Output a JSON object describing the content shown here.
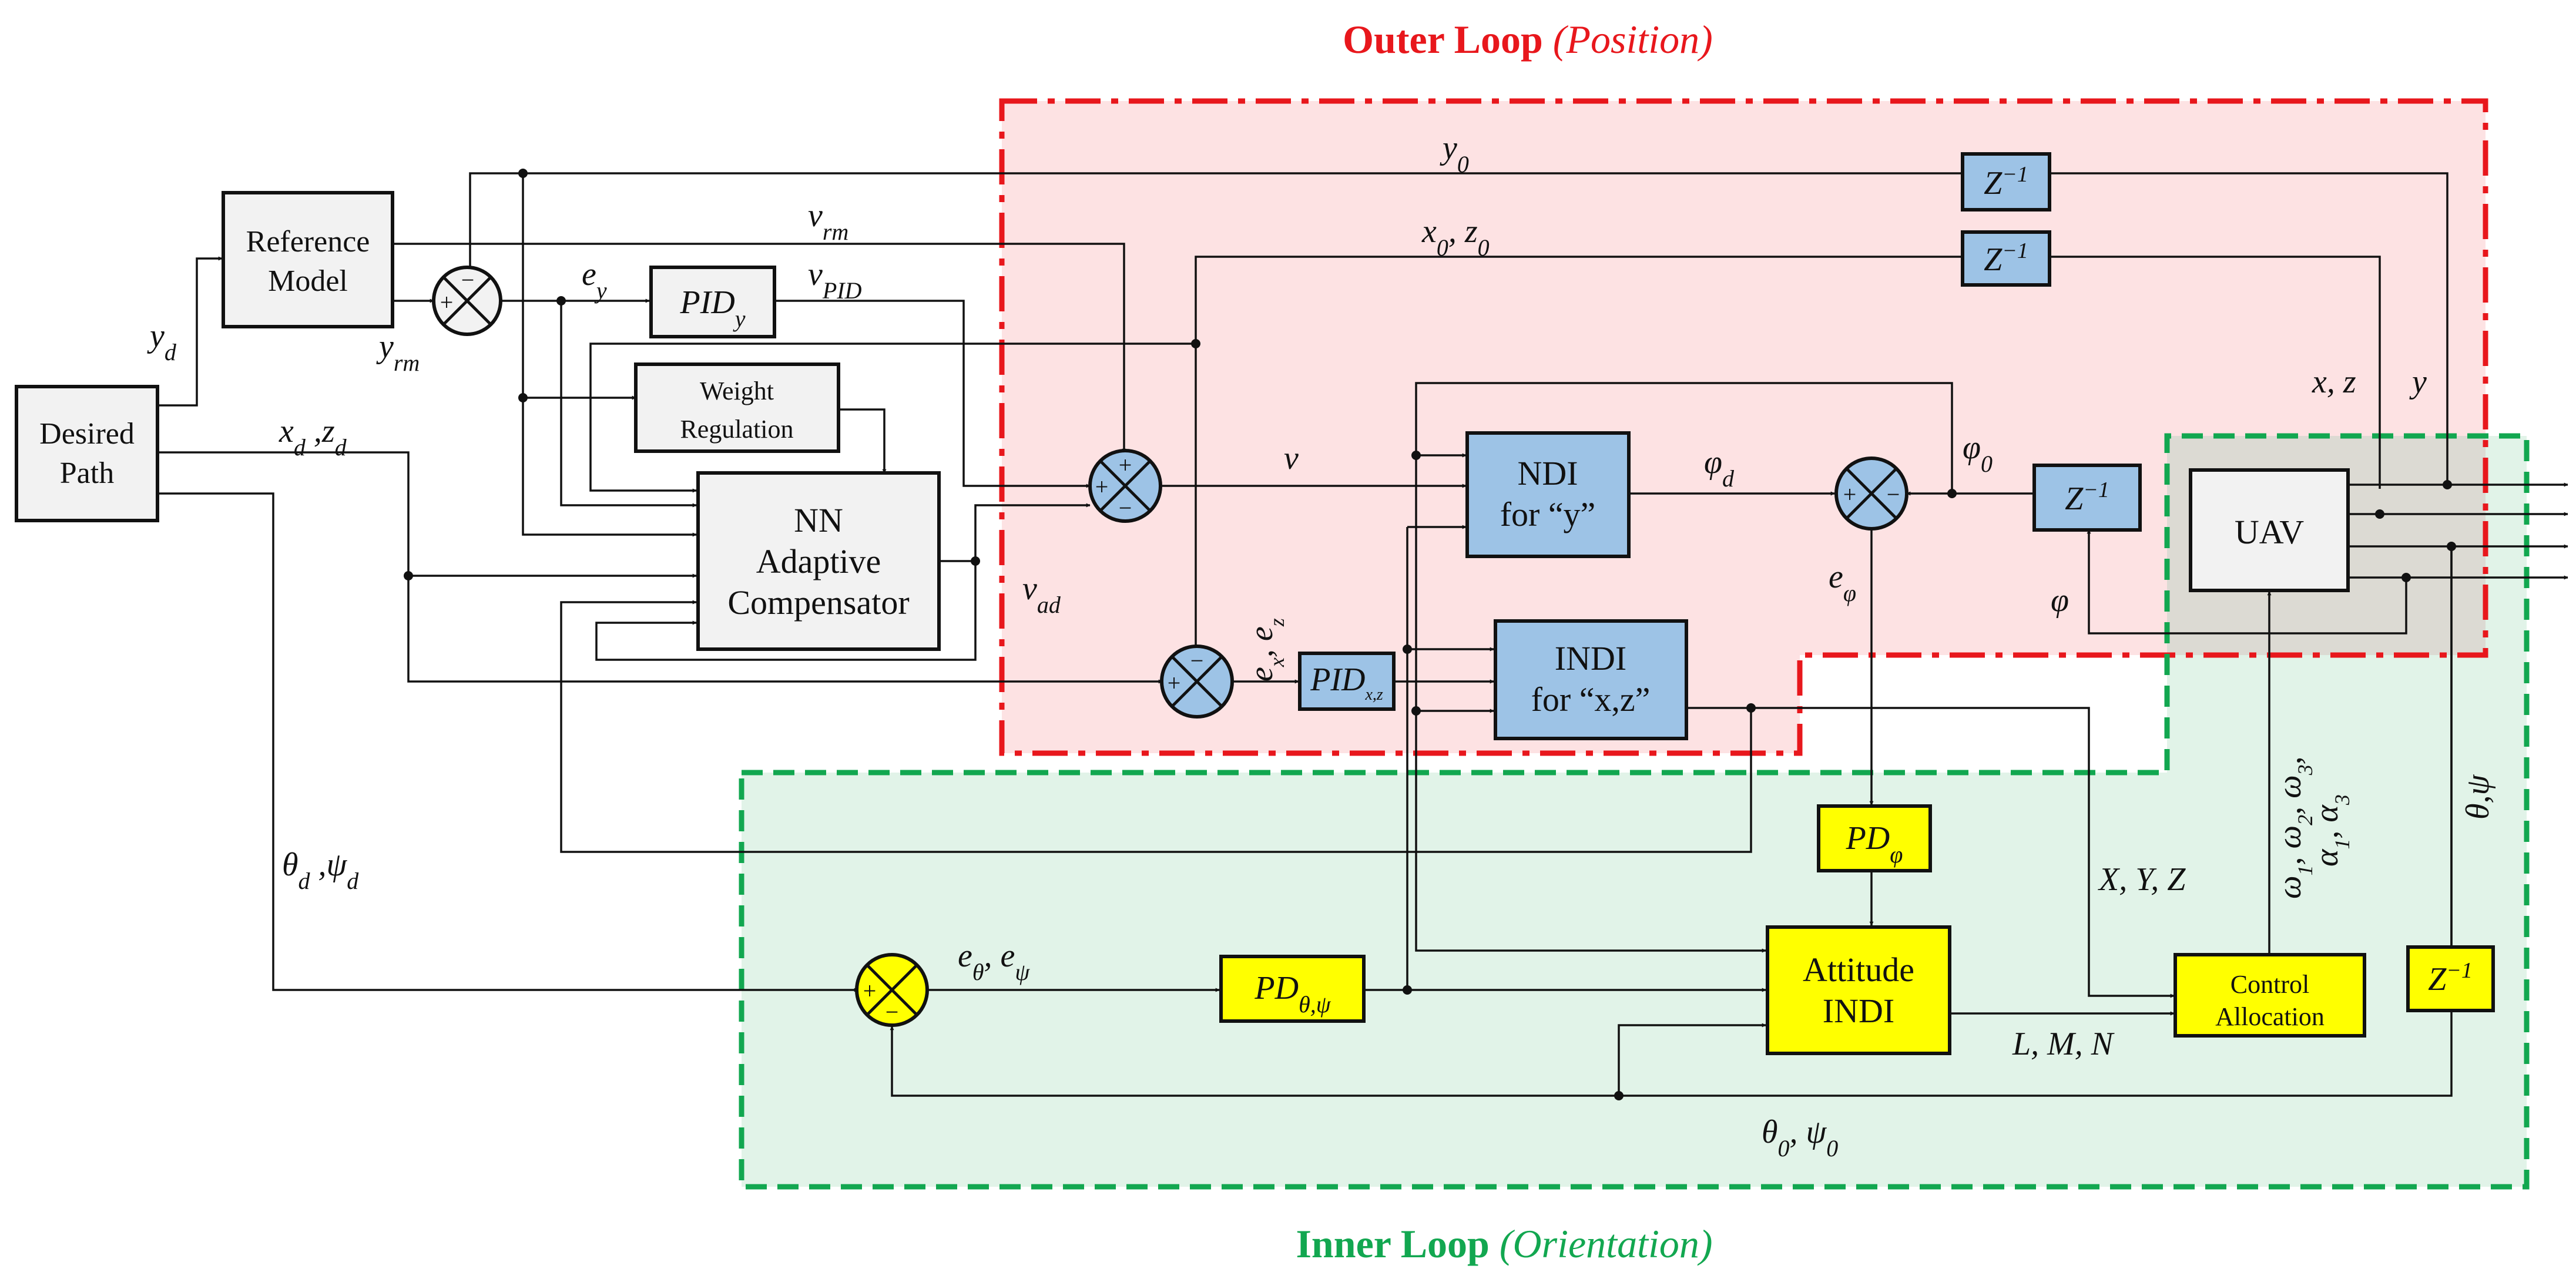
{
  "titles": {
    "outer_bold": "Outer Loop",
    "outer_paren": "(Position)",
    "inner_bold": "Inner Loop",
    "inner_paren": "(Orientation)"
  },
  "blocks": {
    "desired_path": [
      "Desired",
      "Path"
    ],
    "reference_model": [
      "Reference",
      "Model"
    ],
    "weight_regulation": [
      "Weight",
      "Regulation"
    ],
    "nn_compensator": [
      "NN",
      "Adaptive",
      "Compensator"
    ],
    "pid_y": "PID_y",
    "pid_xz": "PID_x,z",
    "ndi_y": [
      "NDI",
      "for “y”"
    ],
    "indi_xz": [
      "INDI",
      "for “x,z”"
    ],
    "z_inv": "Z⁻¹",
    "uav": "UAV",
    "pd_phi": "PD_φ",
    "pd_theta_psi": "PD_θ,ψ",
    "attitude_indi": [
      "Attitude",
      "INDI"
    ],
    "control_allocation": [
      "Control",
      "Allocation"
    ]
  },
  "signals": {
    "y_d": "y_d",
    "x_d_z_d": "x_d ,z_d",
    "theta_d_psi_d": "θ_d ,ψ_d",
    "y_rm": "y_rm",
    "v_rm": "v_rm",
    "e_y": "e_y",
    "v_pid": "v_PID",
    "y_0": "y_0",
    "x0_z0": "x_0, z_0",
    "v": "v",
    "v_ad": "v_ad",
    "ex_ez": "e_x, e_z",
    "phi_d": "φ_d",
    "phi_0": "φ_0",
    "phi": "φ",
    "e_phi": "e_φ",
    "x_z": "x, z",
    "y": "y",
    "theta_psi": "θ,ψ",
    "omega_alpha": "ω_1, ω_2, ω_3,",
    "alpha_1_3": "α_1, α_3",
    "XYZ": "X, Y, Z",
    "LMN": "L, M, N",
    "e_theta_e_psi": "e_θ, e_ψ",
    "theta0_psi0": "θ_0, ψ_0"
  },
  "colors": {
    "outer_border": "#e8171c",
    "outer_fill": "#fde2e3",
    "inner_border": "#12a750",
    "inner_fill": "#e1f3e8",
    "overlap_fill": "#dcdad3",
    "blue_block": "#9dc3e6",
    "yellow_block": "#ffff00",
    "gray_block": "#f2f2f2"
  }
}
